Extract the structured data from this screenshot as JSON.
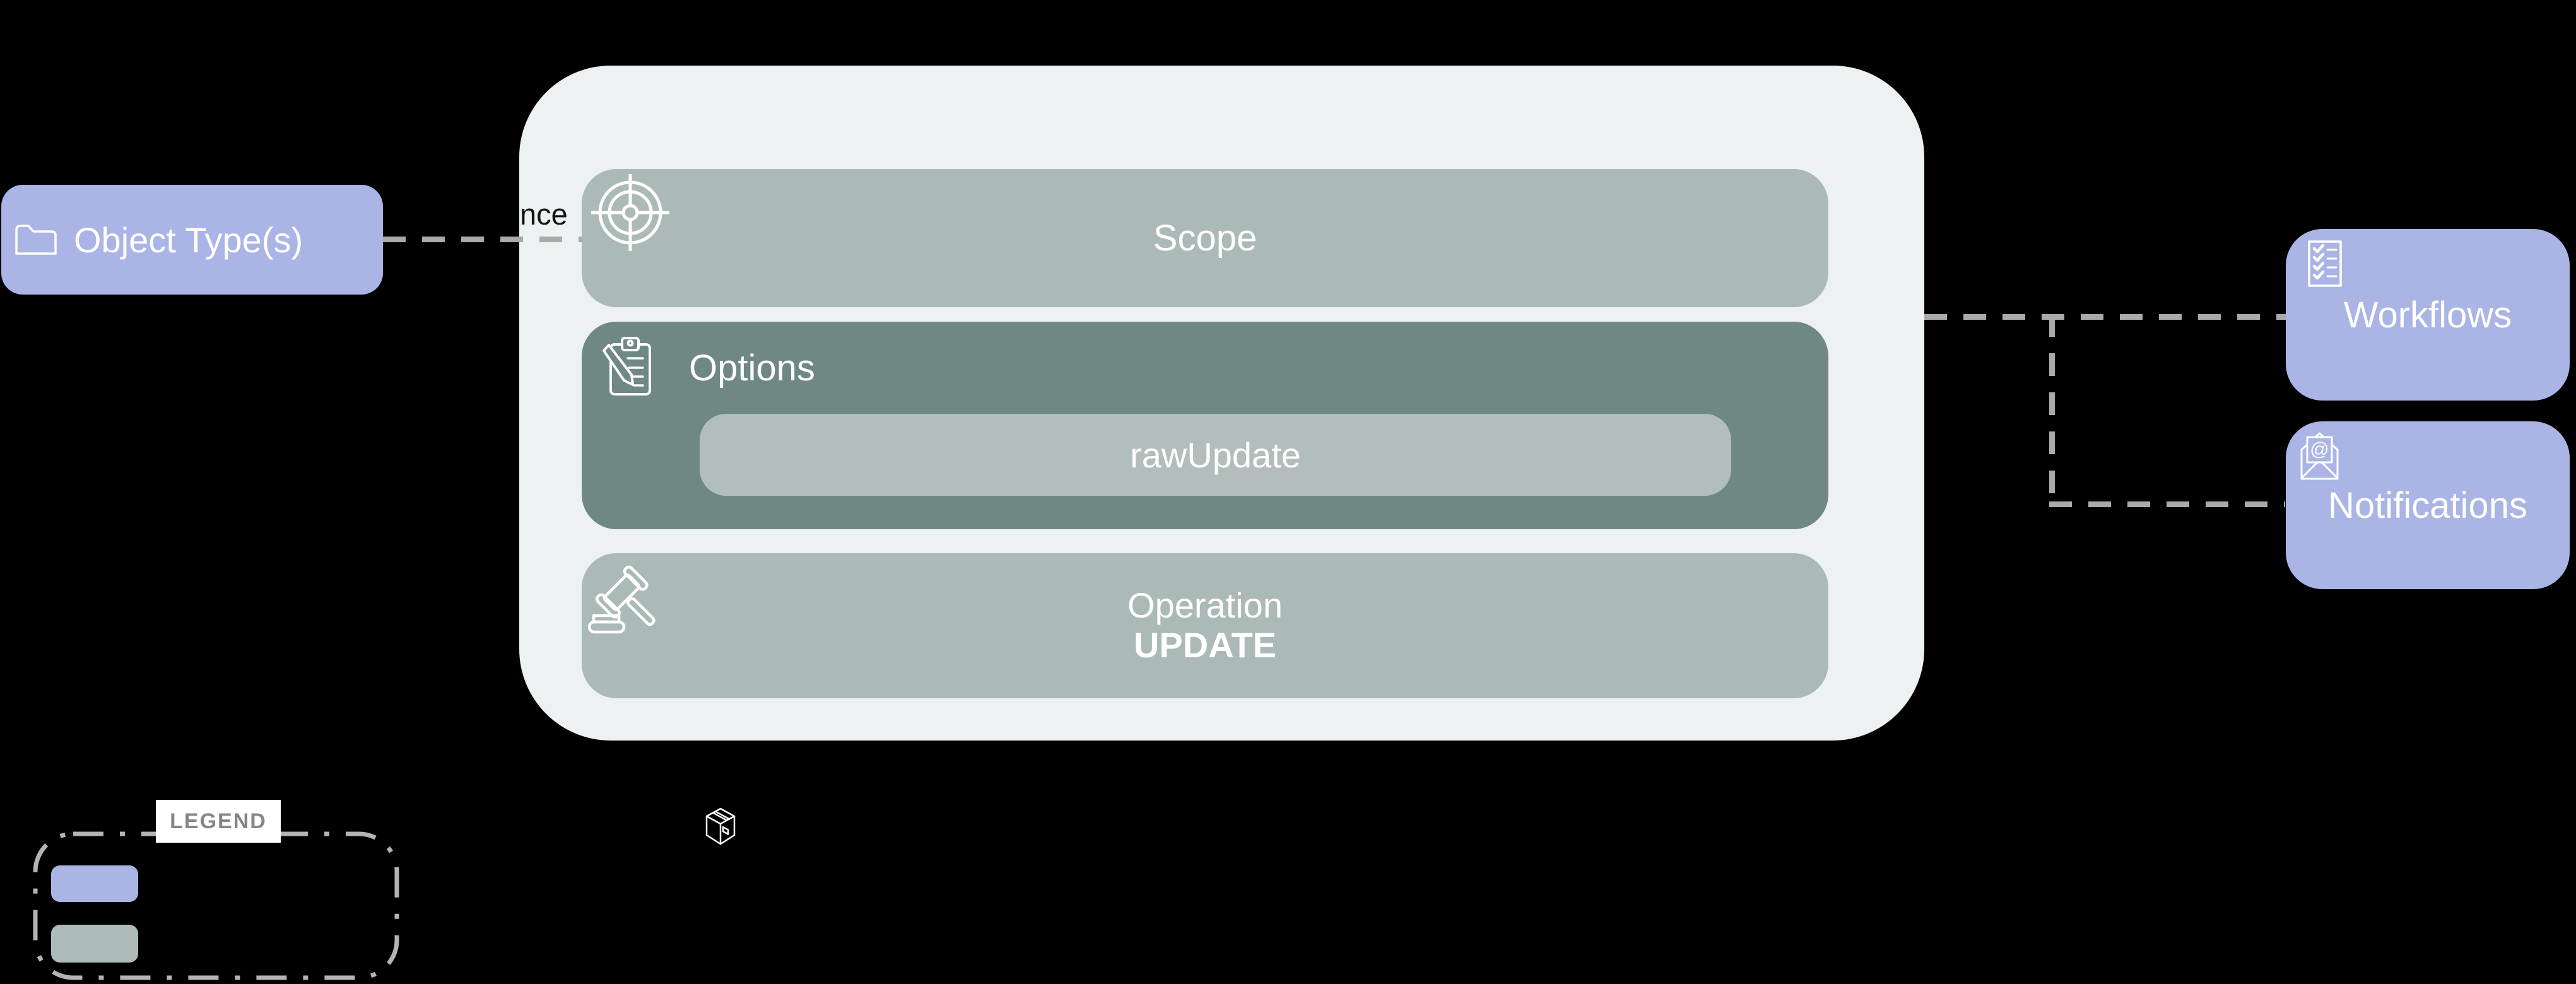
{
  "colors": {
    "background": "#000000",
    "object_node": "#aab4e5",
    "card_background": "#edf1f1",
    "card_bar": "#acbab7",
    "options_section": "#6f8884",
    "option_item": "#b1bebb",
    "connector_dash": "#aaaaa8",
    "legend_border": "#b4b4b4",
    "legend_title_text": "#868686",
    "edge_label_text": "#141414",
    "label_text": "#ffffff"
  },
  "nodes": {
    "object_types": {
      "label": "Object Type(s)",
      "icon": "folder-icon"
    },
    "workflows": {
      "label": "Workflows",
      "icon": "checklist-icon"
    },
    "notifications": {
      "label": "Notifications",
      "icon": "mail-at-icon"
    }
  },
  "connector": {
    "label_fragment": "nce"
  },
  "action_card": {
    "scope": {
      "label": "Scope",
      "icon": "target-icon"
    },
    "options": {
      "label": "Options",
      "icon": "clipboard-pencil-icon",
      "items": [
        {
          "label": "rawUpdate"
        }
      ]
    },
    "operation": {
      "label": "Operation",
      "value": "UPDATE",
      "icon": "gavel-icon"
    }
  },
  "legend": {
    "title": "LEGEND",
    "swatches": [
      {
        "name": "object-node-color",
        "color": "#aab4e5"
      },
      {
        "name": "card-bar-color",
        "color": "#adbbb9"
      }
    ]
  },
  "misc": {
    "package_icon": "package-icon"
  }
}
